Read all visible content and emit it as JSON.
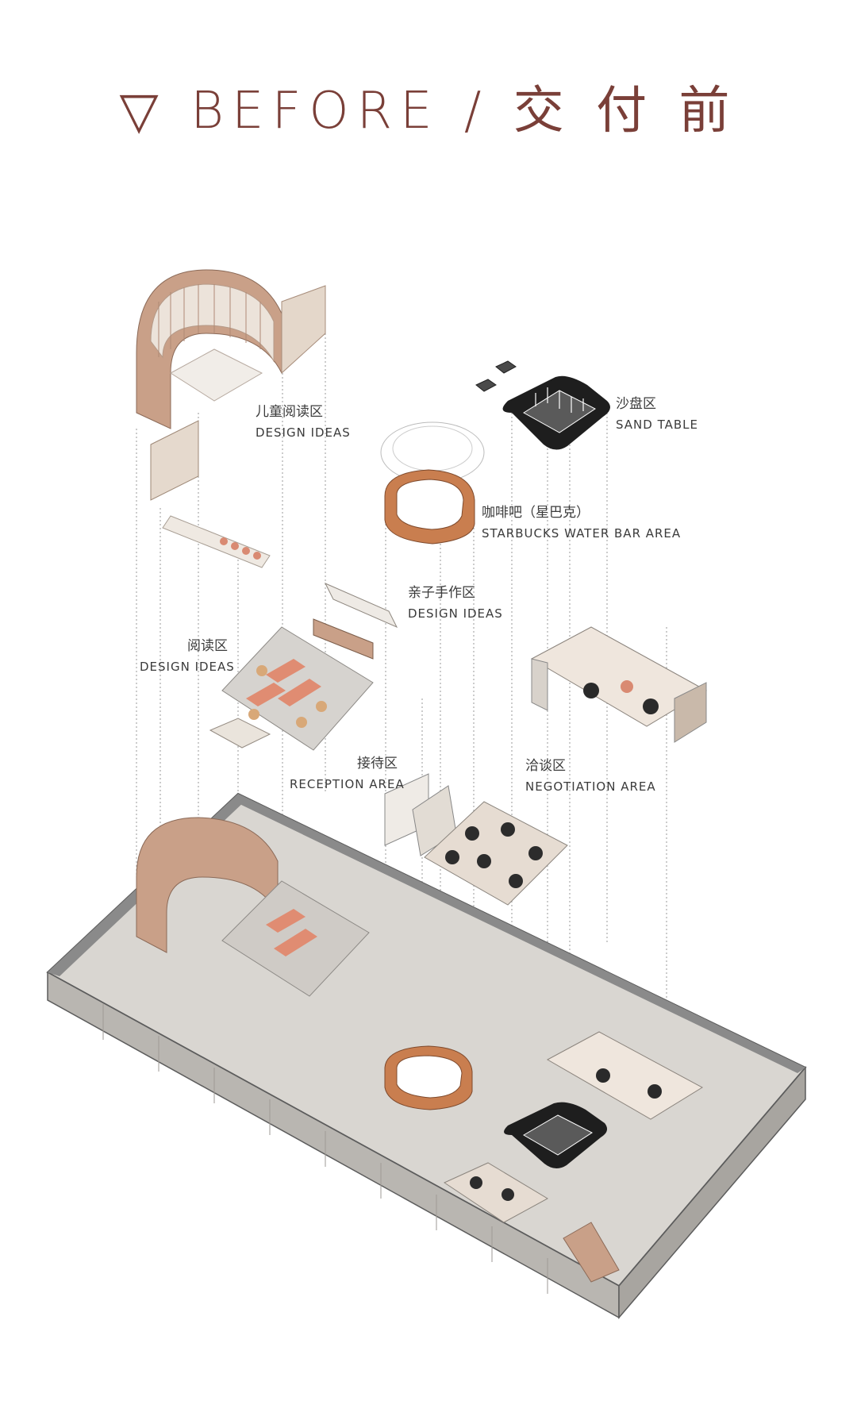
{
  "title": "▽ BEFORE / 交 付 前",
  "labels": {
    "children_reading": {
      "cn": "儿童阅读区",
      "en": "DESIGN IDEAS"
    },
    "sand_table": {
      "cn": "沙盘区",
      "en": "SAND TABLE"
    },
    "coffee_bar": {
      "cn": "咖啡吧（星巴克）",
      "en": "STARBUCKS WATER BAR AREA"
    },
    "parent_child_craft": {
      "cn": "亲子手作区",
      "en": "DESIGN IDEAS"
    },
    "reading": {
      "cn": "阅读区",
      "en": "DESIGN IDEAS"
    },
    "reception": {
      "cn": "接待区",
      "en": "RECEPTION AREA"
    },
    "negotiation": {
      "cn": "洽谈区",
      "en": "NEGOTIATION AREA"
    }
  },
  "colors": {
    "title": "#7a3f38",
    "wood": "#c9a088",
    "floor": "#d9d6d1",
    "wall": "#8a8a8a",
    "accent": "#d98a72",
    "dark": "#1e1e1e"
  }
}
